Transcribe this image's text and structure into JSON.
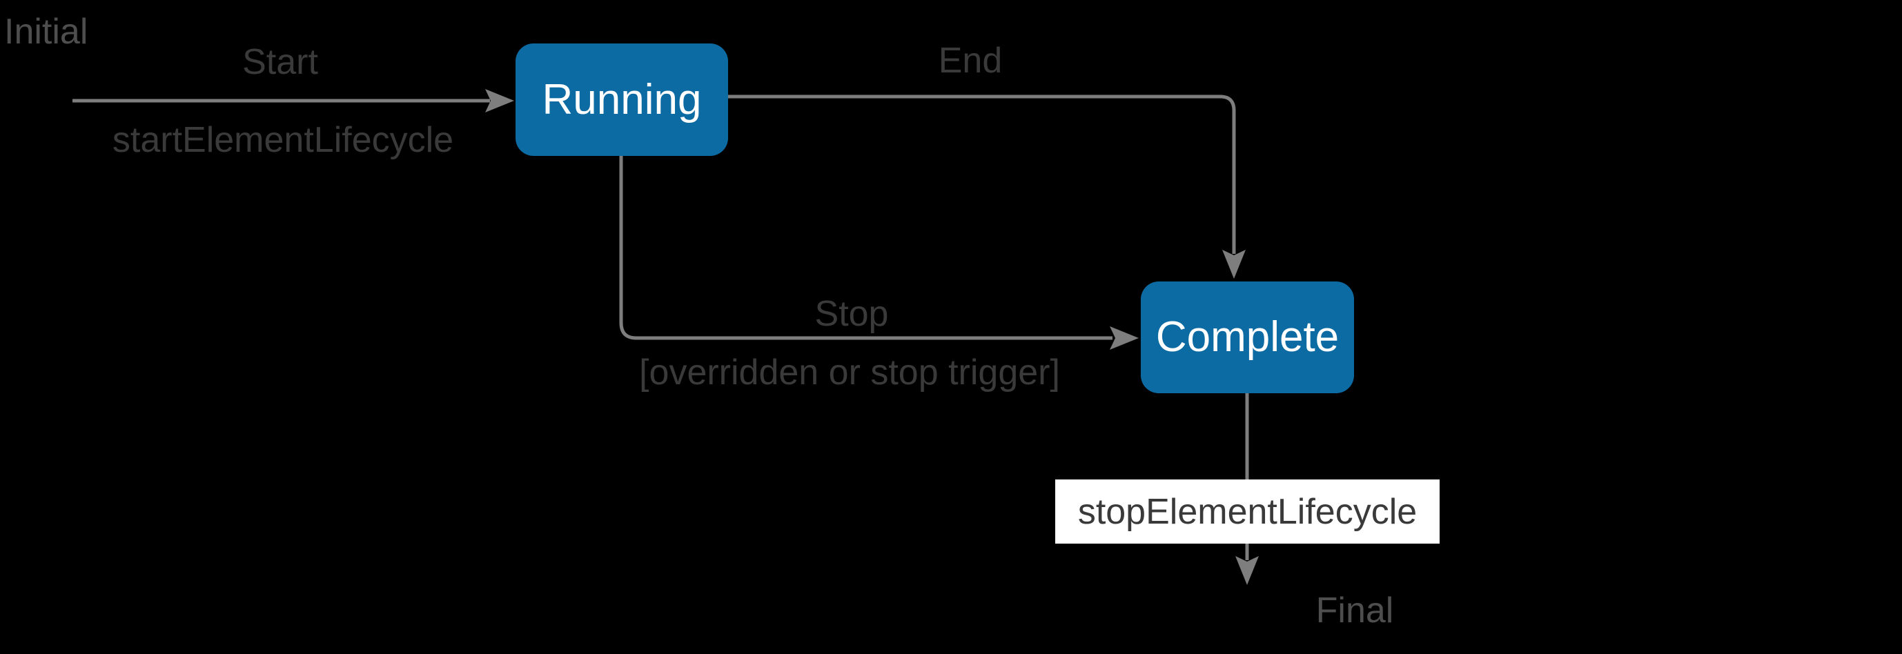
{
  "colors": {
    "background": "#000000",
    "state_fill": "#0d6ba4",
    "state_text": "#ffffff",
    "connector": "#7e7e7e",
    "transition_label_text": "#3a3a3a",
    "endpoint_label_text": "#4e4e4e",
    "action_label_background": "#ffffff"
  },
  "nodes": [
    {
      "label": "Running"
    },
    {
      "label": "Complete"
    }
  ],
  "endpoints": {
    "initial": "Initial",
    "final": "Final"
  },
  "transitions": {
    "start": {
      "trigger": "Start",
      "action": "startElementLifecycle"
    },
    "end": {
      "trigger": "End"
    },
    "stop": {
      "trigger": "Stop",
      "guard": "[overridden or stop trigger]"
    },
    "final": {
      "action": "stopElementLifecycle"
    }
  }
}
